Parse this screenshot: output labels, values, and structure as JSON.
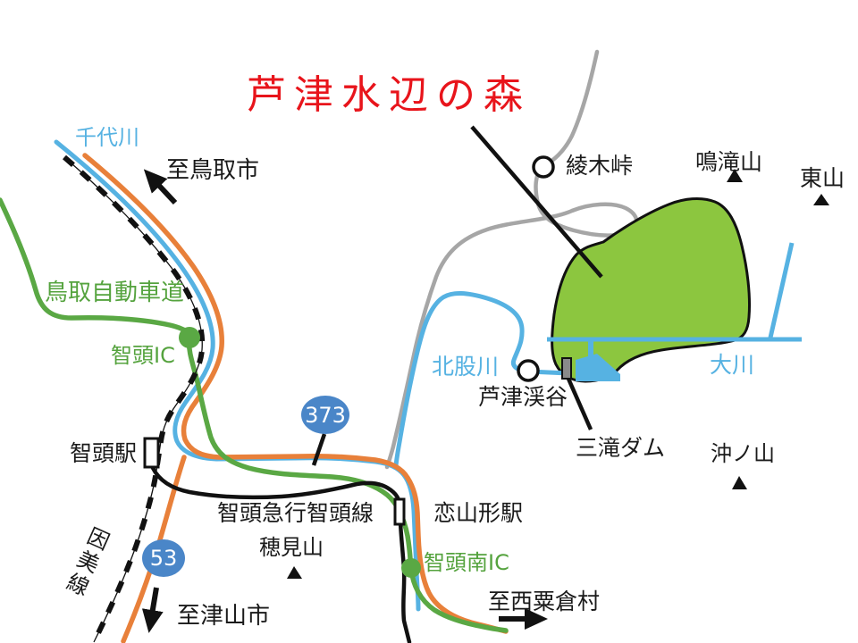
{
  "title": {
    "text": "芦津水辺の森"
  },
  "labels": {
    "chiyo_river": "千代川",
    "to_tottori_city": "至鳥取市",
    "tottori_expressway": "鳥取自動車道",
    "chizu_ic": "智頭IC",
    "ayaki_pass": "綾木峠",
    "narutaki_mountain": "鳴滝山",
    "higashi_mountain": "東山",
    "kitamata_river": "北股川",
    "okawa_river": "大川",
    "ashizu_valley": "芦津渓谷",
    "mitaki_dam": "三滝ダム",
    "okino_mountain": "沖ノ山",
    "chizu_station": "智頭駅",
    "chizu_express_chizu_line": "智頭急行智頭線",
    "koiyamagata_station": "恋山形駅",
    "homi_mountain": "穂見山",
    "chizu_minami_ic": "智頭南IC",
    "to_nishiawakura_village": "至西粟倉村",
    "to_tsuyama_city": "至津山市",
    "inbi_line": "因美線"
  },
  "route_badges": {
    "route_373": "373",
    "route_53": "53"
  },
  "colors": {
    "title_red": "#e8141b",
    "river_blue": "#56b2e2",
    "road_orange": "#e8803a",
    "expressway_green": "#5aa844",
    "forest_green": "#8cc63f",
    "road_gray": "#a6a6a6",
    "badge_blue": "#4a86c8",
    "dam_gray": "#8a8a8a"
  }
}
